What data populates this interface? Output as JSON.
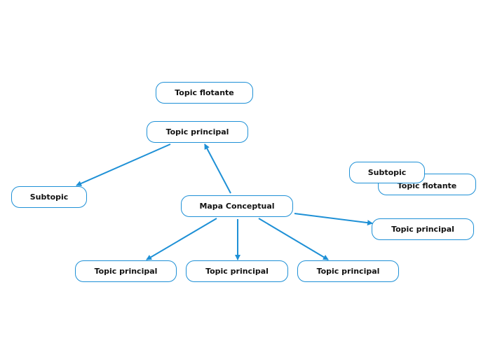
{
  "colors": {
    "line": "#1e90d6",
    "text": "#111111",
    "background": "#ffffff"
  },
  "nodes": {
    "central": "Mapa Conceptual",
    "topic_main_top": "Topic principal",
    "topic_main_right": "Topic principal",
    "topic_main_bottom_1": "Topic principal",
    "topic_main_bottom_2": "Topic principal",
    "topic_main_bottom_3": "Topic principal",
    "subtopic_left": "Subtopic",
    "subtopic_right": "Subtopic",
    "floating_1": "Topic flotante",
    "floating_2": "Topic flotante"
  }
}
